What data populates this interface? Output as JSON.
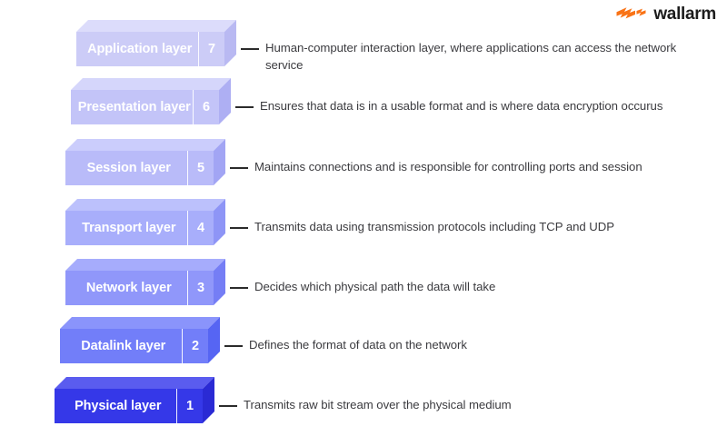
{
  "brand": {
    "name": "wallarm",
    "logo_icon": "wallarm-lightning-icon",
    "accent_color": "#F97316"
  },
  "diagram": {
    "type": "osi-model-layer-stack",
    "layers": [
      {
        "number": "7",
        "name": "Application layer",
        "description": "Human-computer interaction layer, where applications can access the network service",
        "color": "#ccccf7",
        "top_color": "#dcdcfb",
        "side_color": "#b9b9f2"
      },
      {
        "number": "6",
        "name": "Presentation layer",
        "description": "Ensures that data is in a usable format and is where data encryption occurus",
        "color": "#c3c4f8",
        "top_color": "#d5d6fb",
        "side_color": "#aeaff3"
      },
      {
        "number": "5",
        "name": "Session layer",
        "description": "Maintains connections and is responsible for controlling ports and session",
        "color": "#b9bbf9",
        "top_color": "#cbcdfc",
        "side_color": "#a2a5f4"
      },
      {
        "number": "4",
        "name": "Transport layer",
        "description": "Transmits data using transmission protocols including TCP and UDP",
        "color": "#a8aefb",
        "top_color": "#bcc1fc",
        "side_color": "#8e95f6"
      },
      {
        "number": "3",
        "name": "Network layer",
        "description": "Decides which physical path the data will take",
        "color": "#9097fa",
        "top_color": "#a6acfc",
        "side_color": "#757ef5"
      },
      {
        "number": "2",
        "name": "Datalink layer",
        "description": "Defines the format of data on the network",
        "color": "#727ef9",
        "top_color": "#8a94fb",
        "side_color": "#5665f3"
      },
      {
        "number": "1",
        "name": "Physical layer",
        "description": "Transmits raw bit stream over the physical medium",
        "color": "#3538e8",
        "top_color": "#5a5cef",
        "side_color": "#2a2ad4"
      }
    ]
  }
}
